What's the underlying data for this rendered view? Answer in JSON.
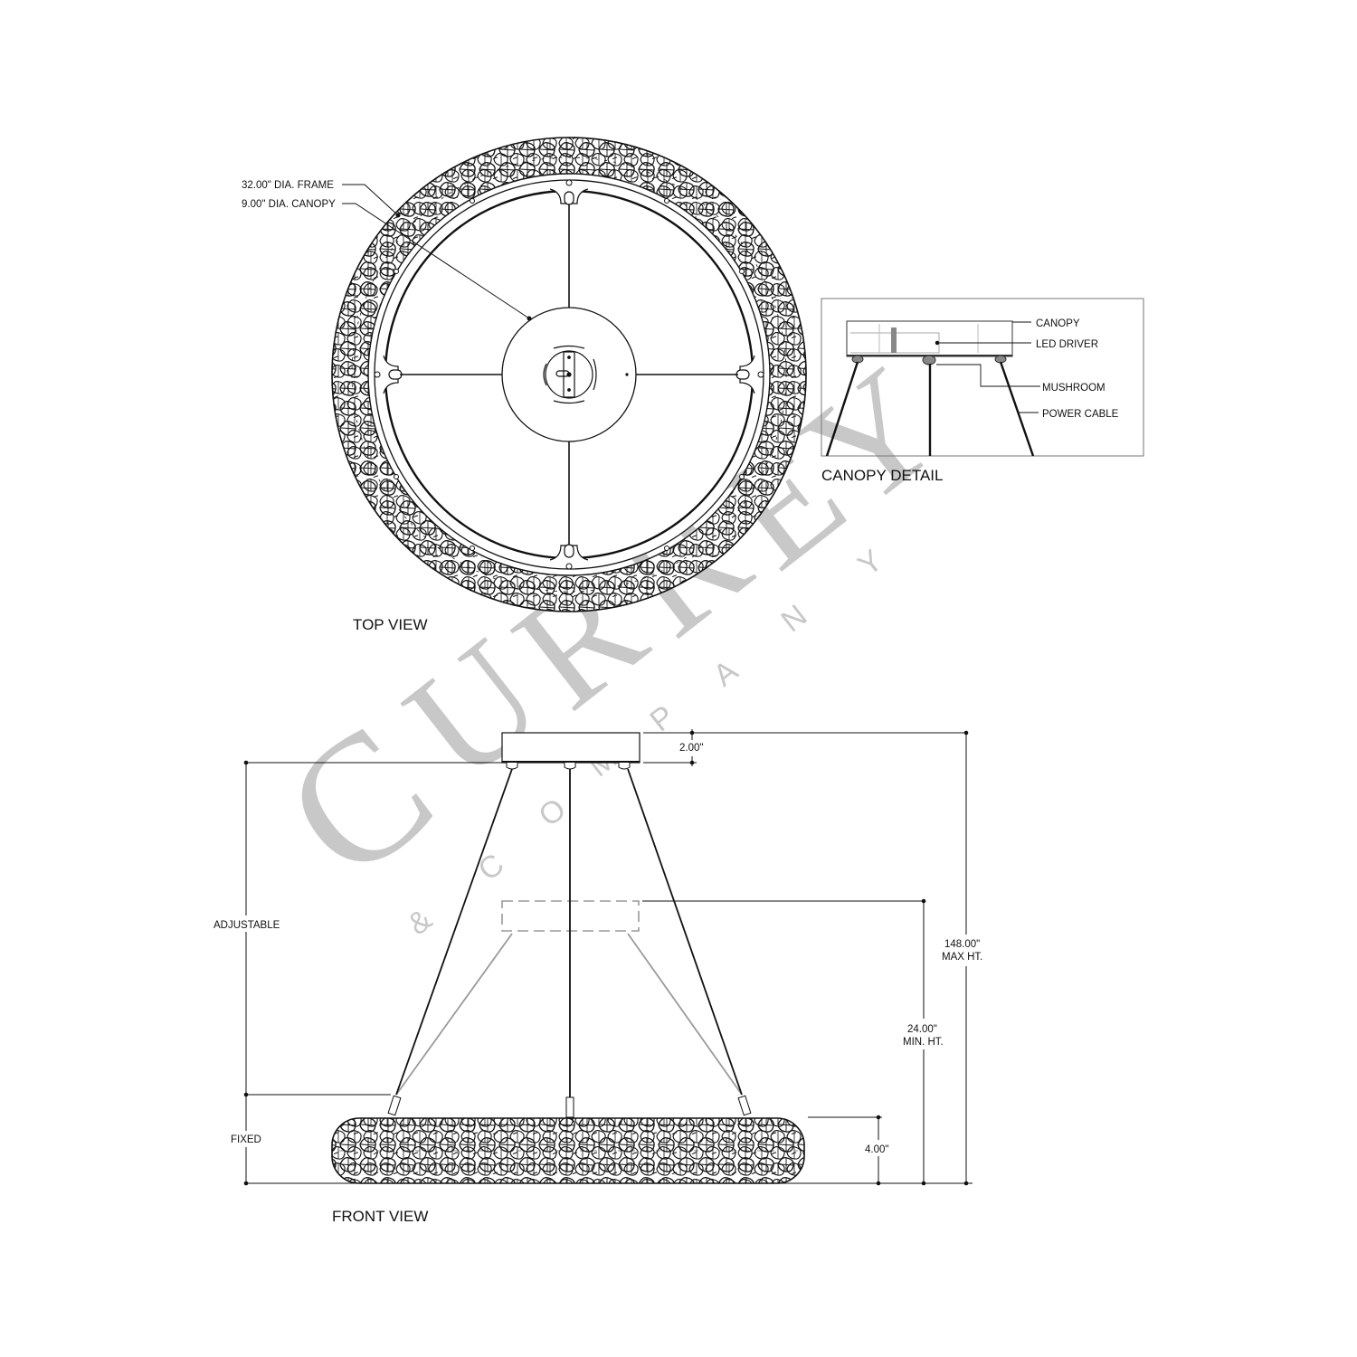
{
  "watermark": {
    "brand_letters": [
      "C",
      "U",
      "R",
      "R",
      "E",
      "Y"
    ],
    "company_letters": [
      "&",
      "C",
      "O",
      "M",
      "P",
      "A",
      "N",
      "Y"
    ],
    "color": "#c8c8c8"
  },
  "top_view": {
    "title": "TOP VIEW",
    "callouts": [
      {
        "label": "32.00\" DIA. FRAME"
      },
      {
        "label": "9.00\" DIA. CANOPY"
      }
    ]
  },
  "canopy_detail": {
    "title": "CANOPY DETAIL",
    "callouts": [
      {
        "label": "CANOPY"
      },
      {
        "label": "LED DRIVER"
      },
      {
        "label": "MUSHROOM"
      },
      {
        "label": "POWER CABLE"
      }
    ]
  },
  "front_view": {
    "title": "FRONT VIEW",
    "dimensions": {
      "canopy_height": "2.00\"",
      "max_height_value": "148.00\"",
      "max_height_label": "MAX HT.",
      "min_height_value": "24.00\"",
      "min_height_label": "MIN. HT.",
      "ring_height": "4.00\"",
      "adjustable_label": "ADJUSTABLE",
      "fixed_label": "FIXED"
    }
  },
  "colors": {
    "line": "#111111",
    "ghost_line": "#9a9a9a",
    "watermark": "#c8c8c8",
    "background": "#ffffff"
  }
}
